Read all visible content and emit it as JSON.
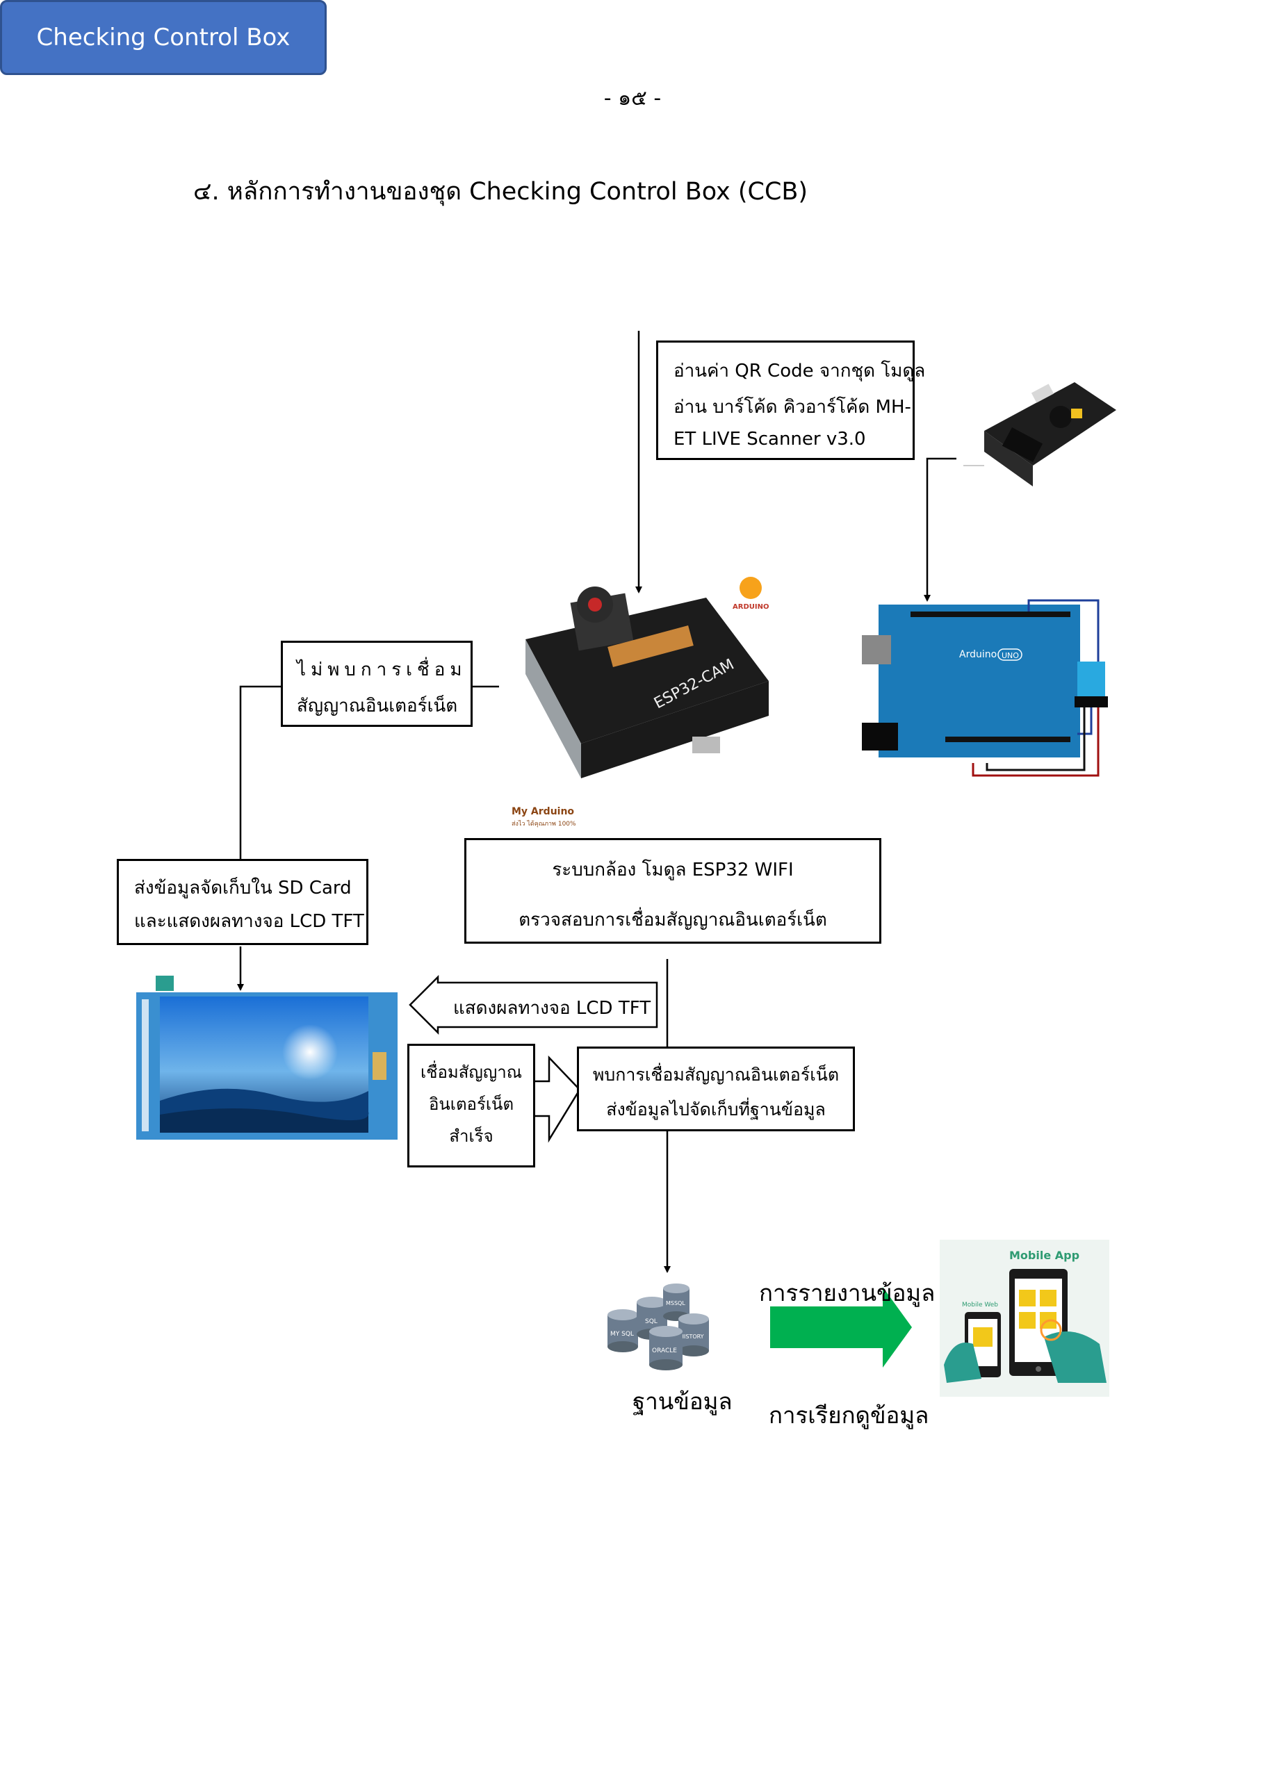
{
  "page_number": "- ๑๕ -",
  "section_title": "๔.  หลักการทำงานของชุด Checking Control Box (CCB)",
  "nodes": {
    "ccb": "Checking Control Box",
    "qr_reader": [
      "อ่านค่า QR Code จากชุด โมดูล",
      "อ่าน บาร์โค้ด คิวอาร์โค้ด MH-",
      "ET LIVE Scanner v3.0"
    ],
    "no_internet": [
      "ไม่พบการเชื่อม",
      "สัญญาณอินเตอร์เน็ต"
    ],
    "sd_card": [
      "ส่งข้อมูลจัดเก็บใน  SD Card",
      "และแสดงผลทางจอ LCD TFT"
    ],
    "camera_system": [
      "ระบบกล้อง โมดูล ESP32 WIFI",
      "ตรวจสอบการเชื่อมสัญญาณอินเตอร์เน็ต"
    ],
    "lcd_display": "แสดงผลทางจอ LCD TFT",
    "connect_success": [
      "เชื่อมสัญญาณ",
      "อินเตอร์เน็ต",
      "สำเร็จ"
    ],
    "internet_found": [
      "พบการเชื่อมสัญญาณอินเตอร์เน็ต",
      "ส่งข้อมูลไปจัดเก็บที่ฐานข้อมูล"
    ],
    "database": "ฐานข้อมูล",
    "report": "การรายงานข้อมูล",
    "view_data": "การเรียกดูข้อมูล"
  },
  "image_labels": {
    "esp32_board": "ESP32-CAM",
    "esp32_brand": "My Arduino",
    "esp32_brand_sub": "ส่งไว ได้คุณภาพ 100%",
    "arduino_logo": "ARDUINO",
    "arduino_board": "Arduino",
    "arduino_uno": "UNO",
    "mobile_app": "Mobile App",
    "mobile_web": "Mobile Web",
    "db_labels": [
      "MY SQL",
      "SQL",
      "ORACLE",
      "MSSQL",
      "HISTORY"
    ]
  },
  "colors": {
    "ccb_fill": "#4472c4",
    "arrow_green": "#00b050",
    "arduino_blue": "#1b7ab8",
    "esp32_black": "#1c1c1c"
  }
}
